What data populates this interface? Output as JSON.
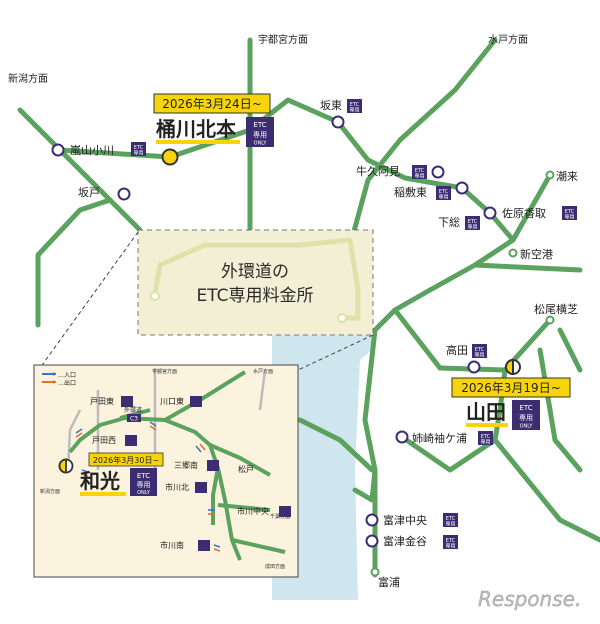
{
  "colors": {
    "road": "#5aa25e",
    "outer_ring": "#dde3a8",
    "sea": "#cfe6ef",
    "highlight": "#f7d40a",
    "etc_badge": "#3c2d73",
    "inset_bg": "#fbf3dd",
    "ring_box_bg": "#f3efd4"
  },
  "directions": {
    "niigata": "新潟方面",
    "utsunomiya": "宇都宮方面",
    "mito": "水戸方面"
  },
  "stations": {
    "arashiyama_ogawa": "嵐山小川",
    "sakado": "坂戸",
    "bando": "坂東",
    "ushiku_ami": "牛久阿見",
    "inashiki_higashi": "稲敷東",
    "shimousa": "下総",
    "sawara_katori": "佐原香取",
    "itako": "潮来",
    "shinkuko": "新空港",
    "matsuo_yokoshiba": "松尾横芝",
    "takada": "高田",
    "anegasaki_sodegaura": "姉崎袖ケ浦",
    "futtsu_chuo": "富津中央",
    "futtsu_kanaya": "富津金谷",
    "tomiura": "富浦"
  },
  "highlights": {
    "okegawa": {
      "date": "2026年3月24日~",
      "name": "桶川北本"
    },
    "yamada": {
      "date": "2026年3月19日~",
      "name": "山田"
    },
    "wako": {
      "date": "2026年3月30日~",
      "name": "和光"
    }
  },
  "etc_badge": {
    "l1": "ETC",
    "l2": "専用",
    "l3": "ONLY"
  },
  "outer_ring_box": {
    "line1": "外環道の",
    "line2": "ETC専用料金所"
  },
  "inset": {
    "legend_entrance": "…入口",
    "legend_exit": "…出口",
    "directions": {
      "utsunomiya": "宇都宮方面",
      "mito": "水戸方面",
      "niigata": "新潟方面",
      "chiba": "千葉方面",
      "narita": "成田方面"
    },
    "road_labels": {
      "gaikan": "外環道",
      "c3": "C3"
    },
    "stations": {
      "toda_higashi": "戸田東",
      "toda_nishi": "戸田西",
      "kawaguchi_higashi": "川口東",
      "misato_minami": "三郷南",
      "matsudo": "松戸",
      "ichikawa_kita": "市川北",
      "ichikawa_chuo": "市川中央",
      "ichikawa_minami": "市川南"
    }
  },
  "watermark": "Response."
}
